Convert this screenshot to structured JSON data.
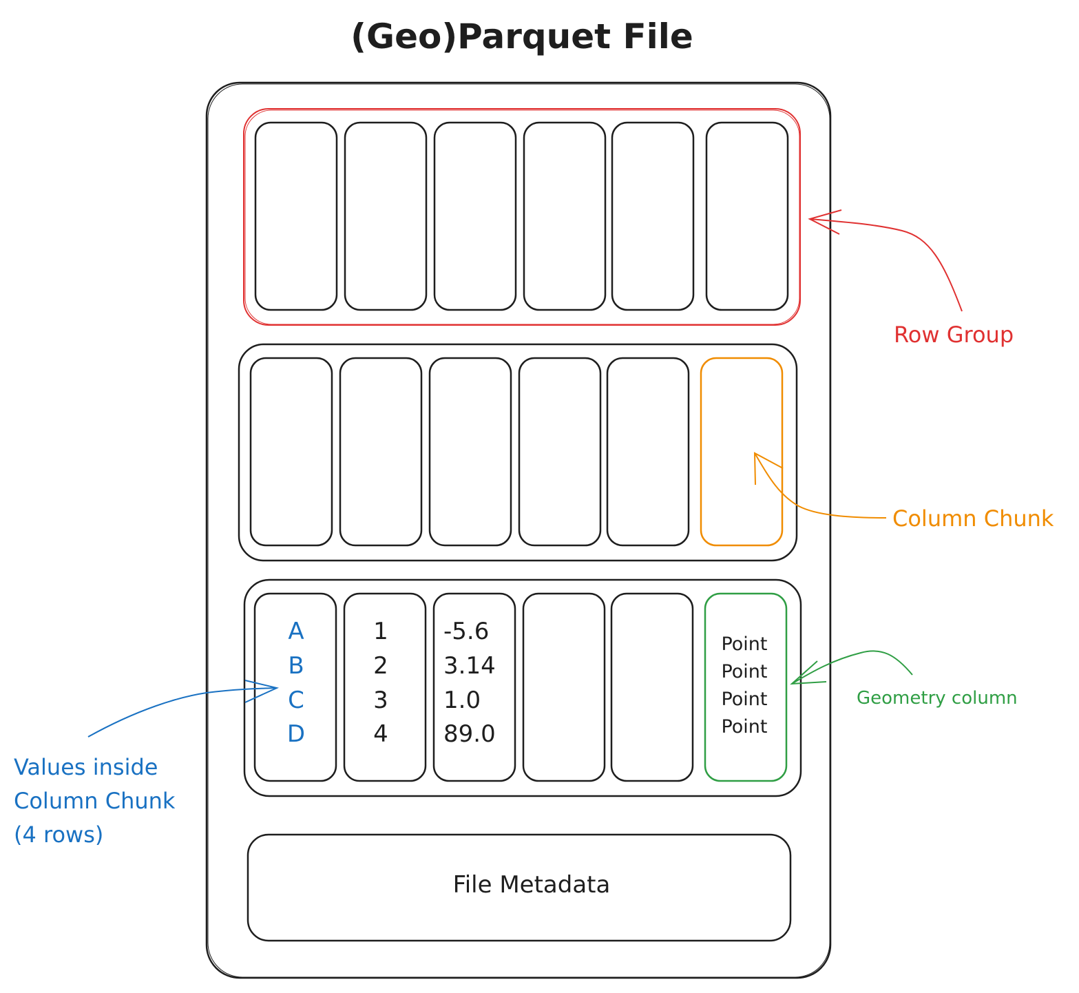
{
  "title": "(Geo)Parquet File",
  "colors": {
    "ink": "#1e1e1e",
    "row_group": "#e03131",
    "column_chunk": "#f08c00",
    "geometry": "#2f9e44",
    "values": "#1971c2"
  },
  "row_groups": [
    {
      "columns": 6,
      "highlight": "row_group"
    },
    {
      "columns": 6,
      "highlight_column": 5
    },
    {
      "columns": 6,
      "highlight_column": 5
    }
  ],
  "values_columns": [
    [
      "A",
      "B",
      "C",
      "D"
    ],
    [
      "1",
      "2",
      "3",
      "4"
    ],
    [
      "-5.6",
      "3.14",
      "1.0",
      "89.0"
    ]
  ],
  "geometry_values": [
    "Point",
    "Point",
    "Point",
    "Point"
  ],
  "file_metadata_label": "File Metadata",
  "annotations": {
    "row_group": "Row Group",
    "column_chunk": "Column Chunk",
    "geometry_column": "Geometry column",
    "values_line1": "Values inside",
    "values_line2": "Column Chunk",
    "values_line3": "(4 rows)"
  }
}
